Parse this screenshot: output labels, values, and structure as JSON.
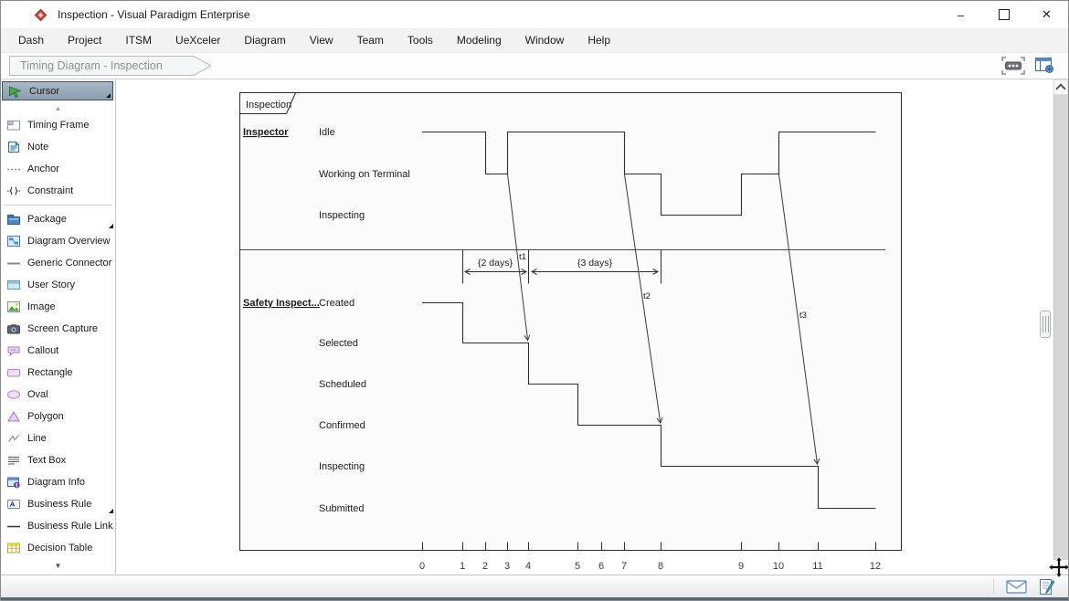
{
  "window": {
    "title": "Inspection - Visual Paradigm Enterprise",
    "minimize_glyph": "–",
    "close_glyph": "✕"
  },
  "menu": {
    "items": [
      "Dash",
      "Project",
      "ITSM",
      "UeXceler",
      "Diagram",
      "View",
      "Team",
      "Tools",
      "Modeling",
      "Window",
      "Help"
    ]
  },
  "breadcrumb": {
    "label": "Timing Diagram - Inspection"
  },
  "toolbar": {
    "right_icons": [
      "selection-handles",
      "panel-settings"
    ]
  },
  "sidebar": {
    "scroll_up": "▲",
    "scroll_down": "▼",
    "items": [
      {
        "label": "Cursor",
        "icon": "cursor-icon",
        "selected": true,
        "has_flyout": true
      },
      {
        "label": "Timing Frame",
        "icon": "timing-frame-icon"
      },
      {
        "label": "Note",
        "icon": "note-icon"
      },
      {
        "label": "Anchor",
        "icon": "anchor-icon"
      },
      {
        "label": "Constraint",
        "icon": "constraint-icon"
      },
      {
        "label": "Package",
        "icon": "package-icon",
        "has_flyout": true
      },
      {
        "label": "Diagram Overview",
        "icon": "diagram-overview-icon"
      },
      {
        "label": "Generic Connector",
        "icon": "generic-connector-icon"
      },
      {
        "label": "User Story",
        "icon": "user-story-icon"
      },
      {
        "label": "Image",
        "icon": "image-icon"
      },
      {
        "label": "Screen Capture",
        "icon": "screen-capture-icon"
      },
      {
        "label": "Callout",
        "icon": "callout-icon"
      },
      {
        "label": "Rectangle",
        "icon": "rectangle-icon"
      },
      {
        "label": "Oval",
        "icon": "oval-icon"
      },
      {
        "label": "Polygon",
        "icon": "polygon-icon"
      },
      {
        "label": "Line",
        "icon": "line-icon"
      },
      {
        "label": "Text Box",
        "icon": "text-box-icon"
      },
      {
        "label": "Diagram Info",
        "icon": "diagram-info-icon"
      },
      {
        "label": "Business Rule",
        "icon": "business-rule-icon",
        "has_flyout": true
      },
      {
        "label": "Business Rule Link",
        "icon": "business-rule-link-icon"
      },
      {
        "label": "Decision Table",
        "icon": "decision-table-icon"
      }
    ]
  },
  "diagram": {
    "type": "uml-timing-diagram",
    "frame_label": "Inspection",
    "lifelines": [
      {
        "display_name": "Inspector",
        "states": [
          "Idle",
          "Working on Terminal",
          "Inspecting"
        ],
        "timeline": [
          {
            "state": "Idle",
            "from": 0,
            "to": 2
          },
          {
            "state": "Working on Terminal",
            "from": 2,
            "to": 3
          },
          {
            "state": "Idle",
            "from": 3,
            "to": 7
          },
          {
            "state": "Working on Terminal",
            "from": 7,
            "to": 8
          },
          {
            "state": "Inspecting",
            "from": 8,
            "to": 9
          },
          {
            "state": "Working on Terminal",
            "from": 9,
            "to": 10
          },
          {
            "state": "Idle",
            "from": 10,
            "to": 12
          }
        ]
      },
      {
        "display_name": "Safety Inspect...",
        "states": [
          "Created",
          "Selected",
          "Scheduled",
          "Confirmed",
          "Inspecting",
          "Submitted"
        ],
        "timeline": [
          {
            "state": "Created",
            "from": 0,
            "to": 1
          },
          {
            "state": "Selected",
            "from": 1,
            "to": 4
          },
          {
            "state": "Scheduled",
            "from": 4,
            "to": 5
          },
          {
            "state": "Confirmed",
            "from": 5,
            "to": 8
          },
          {
            "state": "Inspecting",
            "from": 8,
            "to": 11
          },
          {
            "state": "Submitted",
            "from": 11,
            "to": 12
          }
        ]
      }
    ],
    "constraints": [
      {
        "label": "{2 days}",
        "from": 1,
        "to": 4
      },
      {
        "label": "{3 days}",
        "from": 4,
        "to": 8
      }
    ],
    "messages": [
      {
        "label": "t1",
        "from_time": 3,
        "to_time": 4
      },
      {
        "label": "t2",
        "from_time": 7,
        "to_time": 8
      },
      {
        "label": "t3",
        "from_time": 10,
        "to_time": 11
      }
    ],
    "axis": {
      "ticks": [
        "0",
        "1",
        "2",
        "3",
        "4",
        "5",
        "6",
        "7",
        "8",
        "9",
        "10",
        "11",
        "12"
      ]
    }
  },
  "colors": {
    "selected_tool_bg": "#9baebf",
    "tool_blue": "#3a78b5",
    "tool_purple": "#b287cf",
    "cursor_green": "#49a94d",
    "logo_red": "#b5342e",
    "status_icon_blue": "#5b87b8",
    "line_ink": "#2f2f2f"
  }
}
